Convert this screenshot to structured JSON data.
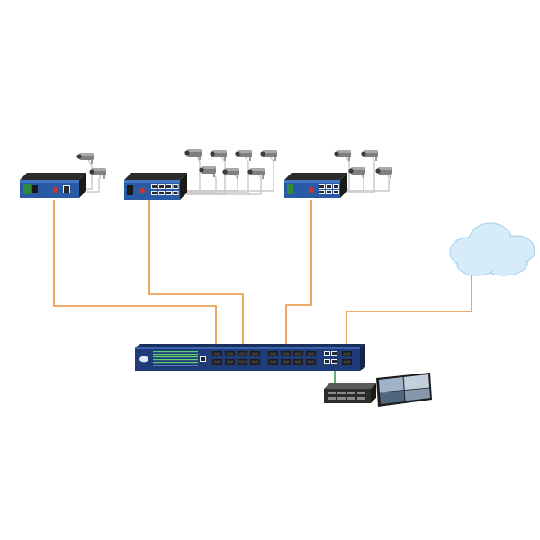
{
  "colors": {
    "fiber_link": "#e8923a",
    "copper_link": "#3f9a53",
    "switch_body": "#1f3c78",
    "switch_face": "#2f67b0",
    "cloud_fill": "#d7ecf9",
    "cloud_stroke": "#a9d3ee",
    "camera_body": "#8a8a8a"
  },
  "devices": {
    "edge_switches": [
      {
        "icon": "industrial-switch-icon",
        "cameras": 2
      },
      {
        "icon": "industrial-switch-icon",
        "cameras": 7
      },
      {
        "icon": "industrial-switch-icon",
        "cameras": 4
      }
    ],
    "core_switch": {
      "icon": "rack-switch-icon"
    },
    "nvr": {
      "icon": "nvr-server-icon"
    },
    "monitor": {
      "icon": "video-wall-monitor-icon"
    },
    "cloud": {
      "icon": "cloud-icon"
    }
  }
}
